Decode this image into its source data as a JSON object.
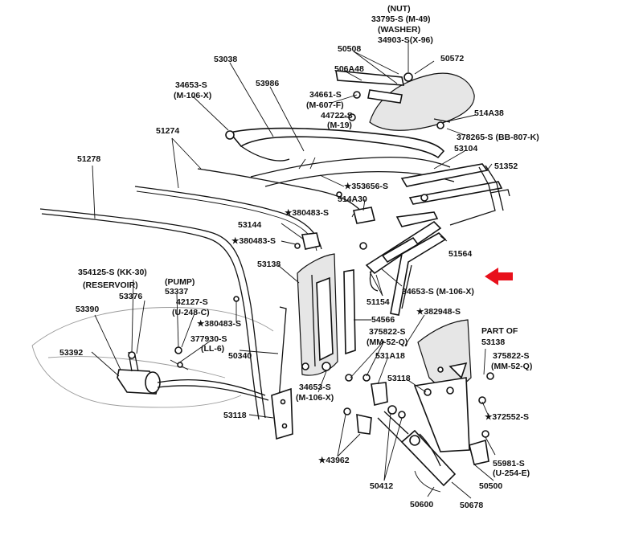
{
  "labels": {
    "nut_header": "(NUT)",
    "nut_part": "33795-S (M-49)",
    "washer_header": "(WASHER)",
    "washer_part": "34903-S(X-96)",
    "p50508": "50508",
    "p506A48": "506A48",
    "p50572": "50572",
    "p53038": "53038",
    "p34653_top": "34653-S",
    "m106x_top": "(M-106-X)",
    "p53986": "53986",
    "p34661": "34661-S",
    "m607f": "(M-607-F)",
    "p44722": "44722-S",
    "m19": "(M-19)",
    "p514A38": "514A38",
    "p378265": "378265-S (BB-807-K)",
    "p51274": "51274",
    "p53104": "53104",
    "p51278": "51278",
    "p51352": "51352",
    "p353656": "★353656-S",
    "p514A30": "514A30",
    "p380483_a": "★380483-S",
    "p53144": "53144",
    "p380483_b": "★380483-S",
    "p51564": "51564",
    "p53138": "53138",
    "p354125": "354125-S (KK-30)",
    "reservoir": "(RESERVOIR)",
    "p53376": "53376",
    "pump": "(PUMP)",
    "p53337": "53337",
    "p42127": "42127-S",
    "u248c": "(U-248-C)",
    "p53390": "53390",
    "p380483_c": "★380483-S",
    "p377930": "377930-S",
    "ll6": "(LL-6)",
    "p53392": "53392",
    "p50340": "50340",
    "p34653_mid": "34653-S (M-106-X)",
    "p51154": "51154",
    "p382948": "★382948-S",
    "p54566": "54566",
    "part_of": "PART OF",
    "p53138_b": "53138",
    "p375822_a": "375822-S",
    "mm52q_a": "(MM-52-Q)",
    "p375822_b": "375822-S",
    "mm52q_b": "(MM-52-Q)",
    "p531A18": "531A18",
    "p53118_r": "53118",
    "p34653_low": "34653-S",
    "m106x_low": "(M-106-X)",
    "p53118_l": "53118",
    "p372552": "★372552-S",
    "p43962": "★43962",
    "p55981": "55981-S",
    "u254e": "(U-254-E)",
    "p50412": "50412",
    "p50500": "50500",
    "p50600": "50600",
    "p50678": "50678"
  },
  "colors": {
    "arrow": "#e8101b",
    "ink": "#111111"
  }
}
